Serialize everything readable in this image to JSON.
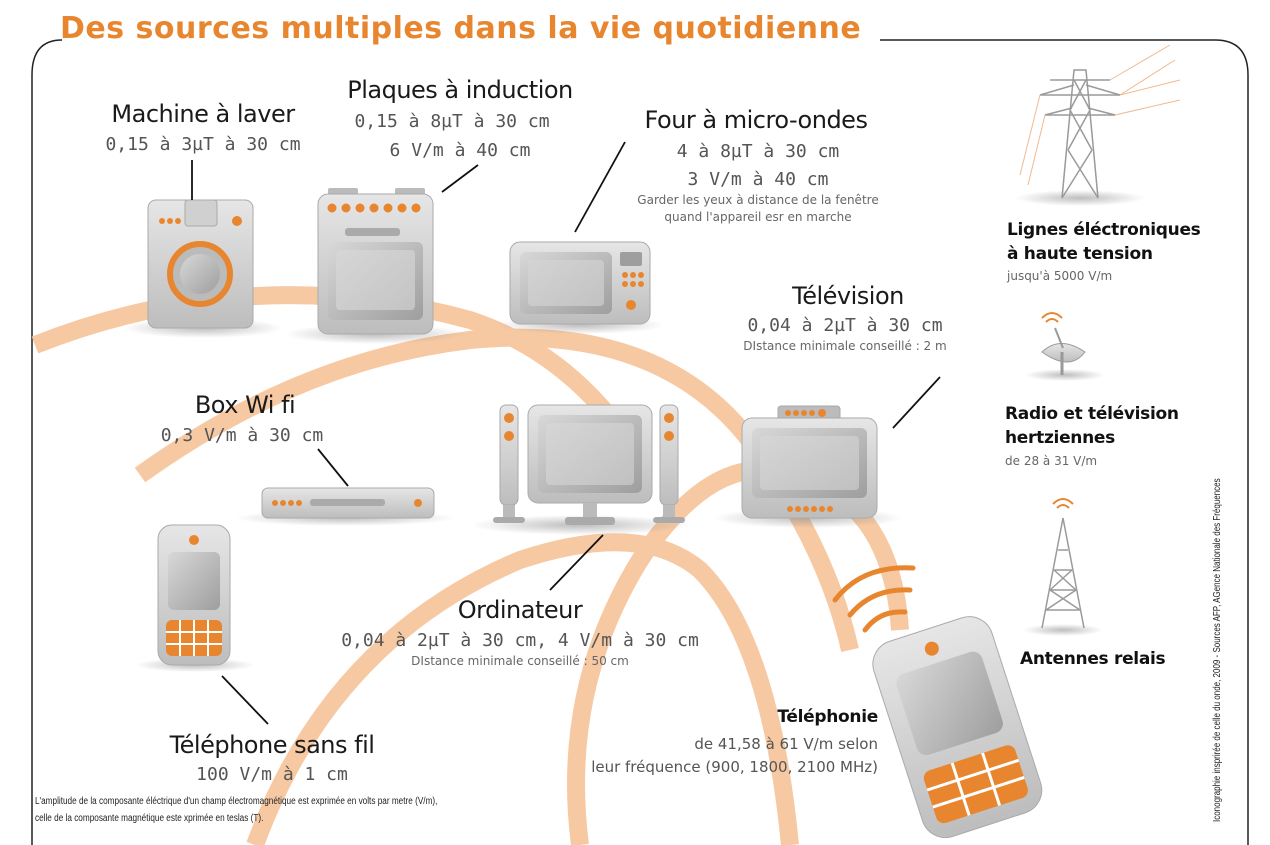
{
  "title": "Des sources multiples dans la vie quotidienne",
  "colors": {
    "accent": "#e8862f",
    "wave": "#f7c9a2",
    "device": "#cccccc",
    "device_dark": "#a9a9a9"
  },
  "sources": {
    "washer": {
      "name": "Machine à laver",
      "line1": "0,15 à 3µT à 30 cm"
    },
    "induction": {
      "name": "Plaques à induction",
      "line1": "0,15 à 8µT à 30 cm",
      "line2": "6 V/m à 40 cm"
    },
    "microwave": {
      "name": "Four à micro-ondes",
      "line1": "4 à 8µT à 30 cm",
      "line2": "3 V/m à 40 cm",
      "note1": "Garder les yeux à distance de la fenêtre",
      "note2": "quand l'appareil esr en marche"
    },
    "tv": {
      "name": "Télévision",
      "line1": "0,04 à 2µT à 30 cm",
      "note": "DIstance minimale conseillé : 2 m"
    },
    "wifi": {
      "name": "Box Wi fi",
      "line1": "0,3 V/m à 30 cm"
    },
    "computer": {
      "name": "Ordinateur",
      "line1": "0,04 à 2µT à 30 cm, 4 V/m à 30 cm",
      "note": "DIstance minimale conseillé : 50 cm"
    },
    "cordless": {
      "name": "Téléphone sans fil",
      "line1": "100 V/m à 1 cm"
    },
    "mobile": {
      "name": "Téléphonie",
      "line1": "de 41,58 à 61 V/m selon",
      "line2": "leur fréquence (900, 1800, 2100 MHz)"
    },
    "powerlines": {
      "name1": "Lignes éléctroniques",
      "name2": "à haute tension",
      "line1": "jusqu'à 5000 V/m"
    },
    "radio": {
      "name1": "Radio et télévision",
      "name2": "hertziennes",
      "line1": "de 28 à 31 V/m"
    },
    "antennas": {
      "name": "Antennes relais"
    }
  },
  "footnote": {
    "line1": "L'amplitude de la composante éléctrique d'un champ électromagnétique est exprimée en volts par metre (V/m),",
    "line2": "celle de la composante magnétique este xprimée en teslas (T)."
  },
  "credit": "Iconographie insprirée de celle du onde, 2009 - Sources AFP, AGence Nationale des Fréquences"
}
